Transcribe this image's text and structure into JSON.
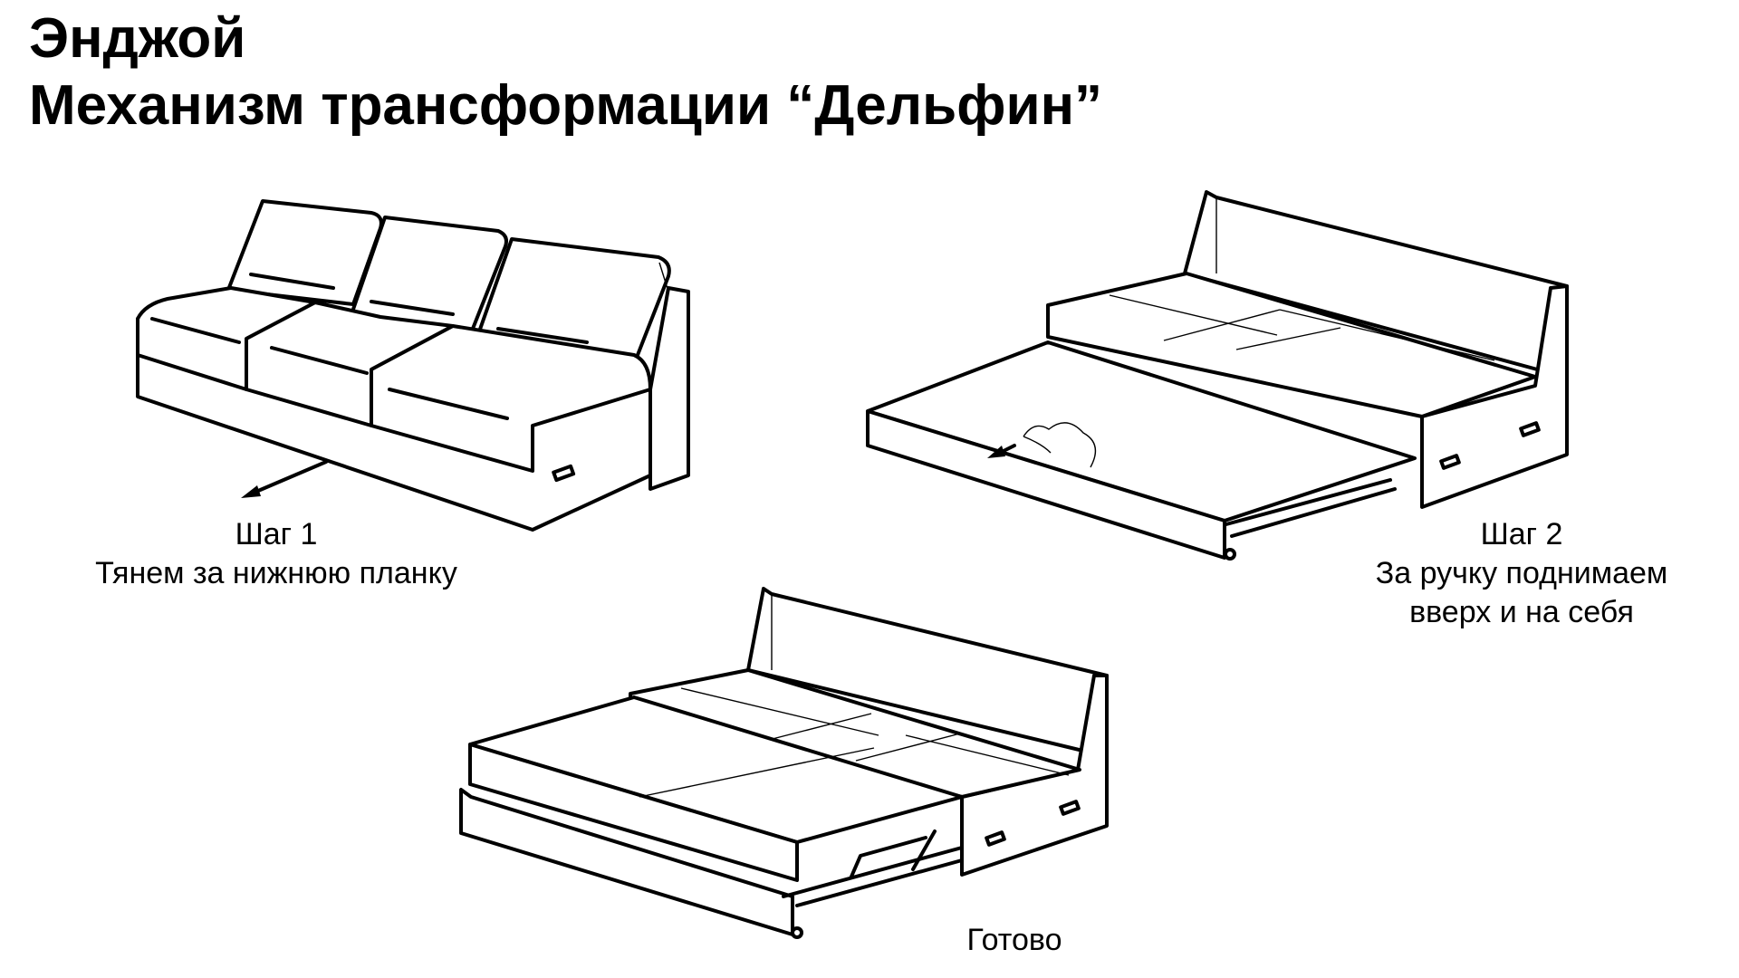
{
  "header": {
    "title_line1": "Энджой",
    "title_line2": "Механизм трансформации “Дельфин”"
  },
  "steps": [
    {
      "label": "Шаг 1",
      "description_lines": [
        "Тянем за нижнюю планку"
      ]
    },
    {
      "label": "Шаг 2",
      "description_lines": [
        "За ручку поднимаем",
        "вверх и на себя"
      ]
    },
    {
      "label": "Готово",
      "description_lines": []
    }
  ],
  "colors": {
    "ink": "#000000",
    "background": "#ffffff"
  },
  "icons": [
    "sofa-folded-illustration",
    "sofa-pulled-out-illustration",
    "sofa-bed-unfolded-illustration",
    "pull-arrow-icon"
  ]
}
